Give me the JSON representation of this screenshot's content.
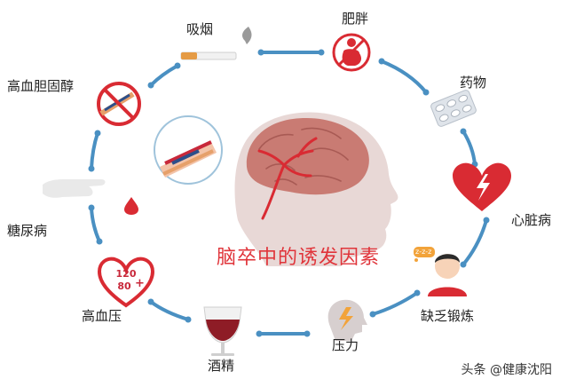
{
  "title": "脑卒中的诱发因素",
  "factors": {
    "smoking": "吸烟",
    "obesity": "肥胖",
    "drugs": "药物",
    "heart_disease": "心脏病",
    "lack_of_exercise": "缺乏锻炼",
    "stress": "压力",
    "alcohol": "酒精",
    "hypertension": "高血压",
    "diabetes": "糖尿病",
    "cholesterol": "高血胆固醇"
  },
  "bp_reading": {
    "systolic": "120",
    "diastolic": "80",
    "plus": "+"
  },
  "thought_bubble_text": "z-z-z",
  "watermark": "头条 @健康沈阳",
  "colors": {
    "ring": "#4a90c2",
    "accent_red": "#d92b33",
    "brain": "#c97b73"
  }
}
